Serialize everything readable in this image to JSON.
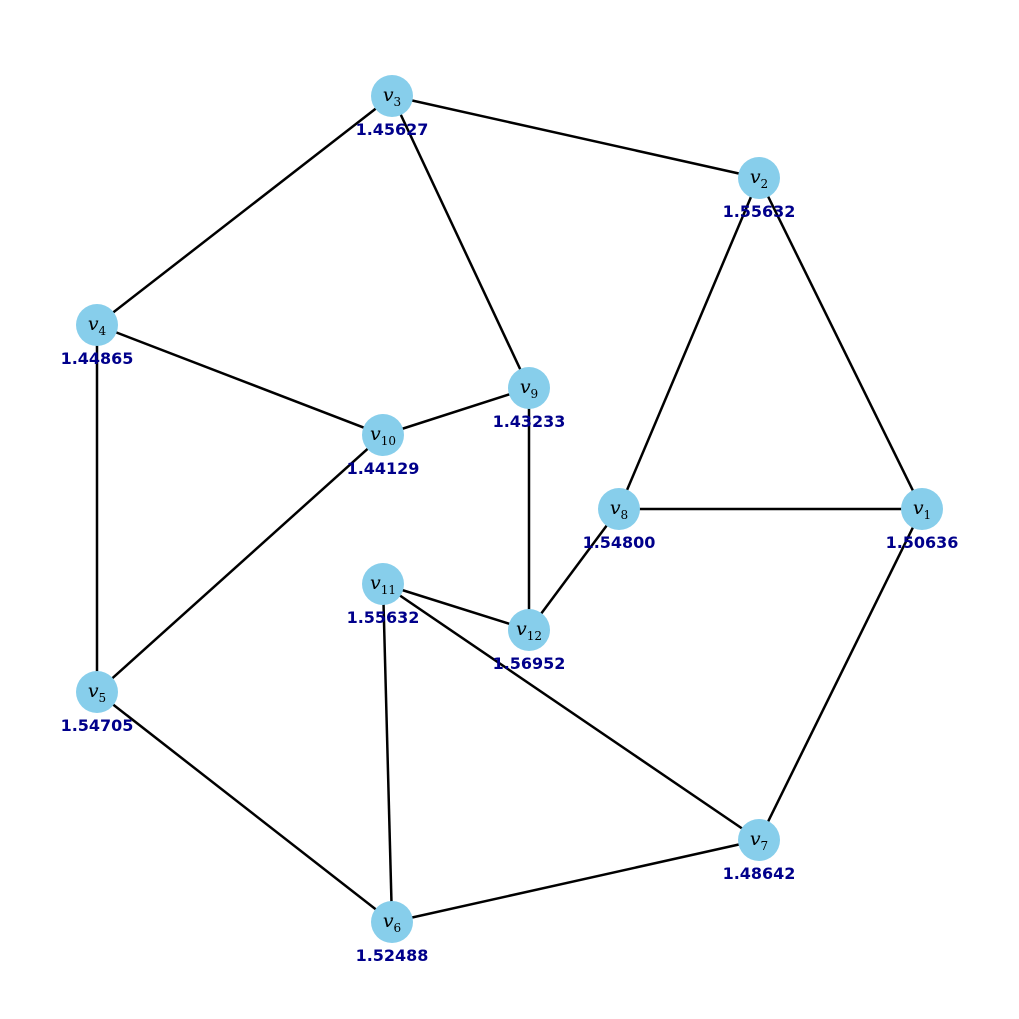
{
  "graph": {
    "node_color": "#87ceeb",
    "edge_color": "#000000",
    "value_color": "#00008b",
    "nodes": [
      {
        "id": "v1",
        "base": "v",
        "sub": "1",
        "value": "1.50636"
      },
      {
        "id": "v2",
        "base": "v",
        "sub": "2",
        "value": "1.55632"
      },
      {
        "id": "v3",
        "base": "v",
        "sub": "3",
        "value": "1.45627"
      },
      {
        "id": "v4",
        "base": "v",
        "sub": "4",
        "value": "1.44865"
      },
      {
        "id": "v5",
        "base": "v",
        "sub": "5",
        "value": "1.54705"
      },
      {
        "id": "v6",
        "base": "v",
        "sub": "6",
        "value": "1.52488"
      },
      {
        "id": "v7",
        "base": "v",
        "sub": "7",
        "value": "1.48642"
      },
      {
        "id": "v8",
        "base": "v",
        "sub": "8",
        "value": "1.54800"
      },
      {
        "id": "v9",
        "base": "v",
        "sub": "9",
        "value": "1.43233"
      },
      {
        "id": "v10",
        "base": "v",
        "sub": "10",
        "value": "1.44129"
      },
      {
        "id": "v11",
        "base": "v",
        "sub": "11",
        "value": "1.55632"
      },
      {
        "id": "v12",
        "base": "v",
        "sub": "12",
        "value": "1.56952"
      }
    ],
    "edges": [
      [
        "v3",
        "v2"
      ],
      [
        "v3",
        "v4"
      ],
      [
        "v3",
        "v9"
      ],
      [
        "v2",
        "v1"
      ],
      [
        "v2",
        "v8"
      ],
      [
        "v4",
        "v10"
      ],
      [
        "v4",
        "v5"
      ],
      [
        "v10",
        "v9"
      ],
      [
        "v10",
        "v5"
      ],
      [
        "v9",
        "v12"
      ],
      [
        "v8",
        "v1"
      ],
      [
        "v8",
        "v12"
      ],
      [
        "v1",
        "v7"
      ],
      [
        "v11",
        "v12"
      ],
      [
        "v11",
        "v7"
      ],
      [
        "v11",
        "v6"
      ],
      [
        "v5",
        "v6"
      ],
      [
        "v6",
        "v7"
      ]
    ]
  }
}
